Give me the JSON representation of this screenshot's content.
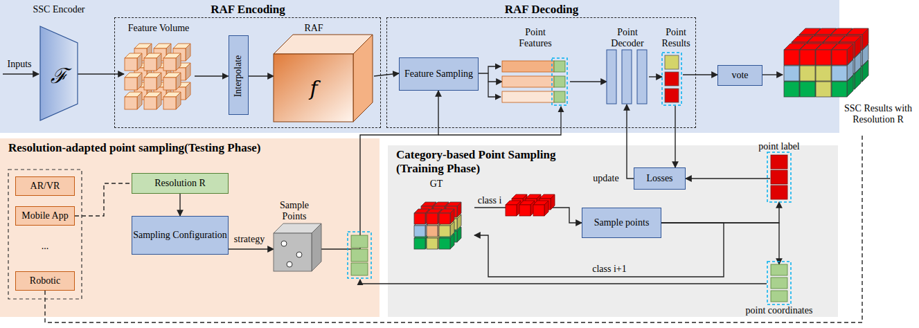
{
  "diagram": {
    "nodes": [
      {
        "text": [
          "SSC Encoder",
          "ℱ"
        ]
      },
      {
        "text": [
          "RAF Encoding"
        ]
      },
      {
        "text": [
          "Feature Volume"
        ],
        "in": 1
      },
      {
        "text": [
          "Interpolate"
        ],
        "in": 1
      },
      {
        "text": [
          "RAF",
          "f"
        ],
        "in": 1
      },
      {
        "text": [
          "RAF Decoding"
        ]
      },
      {
        "text": [
          "Feature Sampling"
        ],
        "in": 5
      },
      {
        "text": [
          "Point Features"
        ],
        "in": 5
      },
      {
        "text": [
          "Point Decoder"
        ],
        "in": 5
      },
      {
        "text": [
          "Point Results"
        ],
        "in": 5
      },
      {
        "text": [
          "vote"
        ],
        "in": 5
      },
      {
        "text": [
          "SSC Results with Resolution R"
        ]
      },
      {
        "text": [
          "Resolution-adapted point sampling(Testing Phase)"
        ]
      },
      {
        "text": [
          "AR/VR"
        ],
        "in": 12
      },
      {
        "text": [
          "Mobile App"
        ],
        "in": 12
      },
      {
        "text": [
          "Robotic"
        ],
        "in": 12
      },
      {
        "text": [
          "Resolution R"
        ],
        "in": 12
      },
      {
        "text": [
          "Sampling Configuration"
        ],
        "in": 12
      },
      {
        "text": [
          "Sample Points"
        ],
        "in": 12
      },
      {
        "text": [
          "Category-based Point Sampling (Training Phase)"
        ]
      },
      {
        "text": [
          "GT"
        ],
        "in": 19
      },
      {
        "text": [
          "Sample points"
        ],
        "in": 19
      },
      {
        "text": [
          "Losses"
        ],
        "in": 19
      },
      {
        "text": [
          "point label"
        ],
        "in": 19
      },
      {
        "text": [
          "point coordinates"
        ],
        "in": 19
      }
    ],
    "edges": [
      {
        "from": 0,
        "to": 2,
        "arrow": "to"
      },
      {
        "from": 2,
        "to": 3,
        "arrow": "to"
      },
      {
        "from": 3,
        "to": 4,
        "arrow": "to"
      },
      {
        "from": 4,
        "to": 6,
        "arrow": "to"
      },
      {
        "from": 6,
        "to": 7,
        "arrow": "to"
      },
      {
        "from": 7,
        "to": 8,
        "arrow": "to"
      },
      {
        "from": 8,
        "to": 9,
        "arrow": "to"
      },
      {
        "from": 9,
        "to": 10,
        "arrow": "to"
      },
      {
        "from": 10,
        "to": 11,
        "arrow": "to"
      },
      {
        "from": 9,
        "to": 22,
        "arrow": "to"
      },
      {
        "from": 22,
        "to": 8,
        "label": "update",
        "arrow": "to"
      },
      {
        "from": 23,
        "to": 22,
        "arrow": "to"
      },
      {
        "from": 16,
        "to": 17,
        "arrow": "to"
      },
      {
        "from": 17,
        "to": 18,
        "label": "strategy",
        "arrow": "to"
      },
      {
        "from": 14,
        "to": 16,
        "arrow": "none"
      },
      {
        "from": 15,
        "to": 11,
        "arrow": "none"
      },
      {
        "from": 20,
        "to": 21,
        "label": "class i",
        "arrow": "to"
      },
      {
        "from": 21,
        "to": 20,
        "label": "class i+1",
        "arrow": "to"
      },
      {
        "from": 21,
        "to": 23,
        "arrow": "to"
      },
      {
        "from": 21,
        "to": 24,
        "arrow": "to"
      },
      {
        "from": 18,
        "to": 6,
        "arrow": "to"
      }
    ],
    "labels": [
      "Inputs",
      "..."
    ]
  }
}
